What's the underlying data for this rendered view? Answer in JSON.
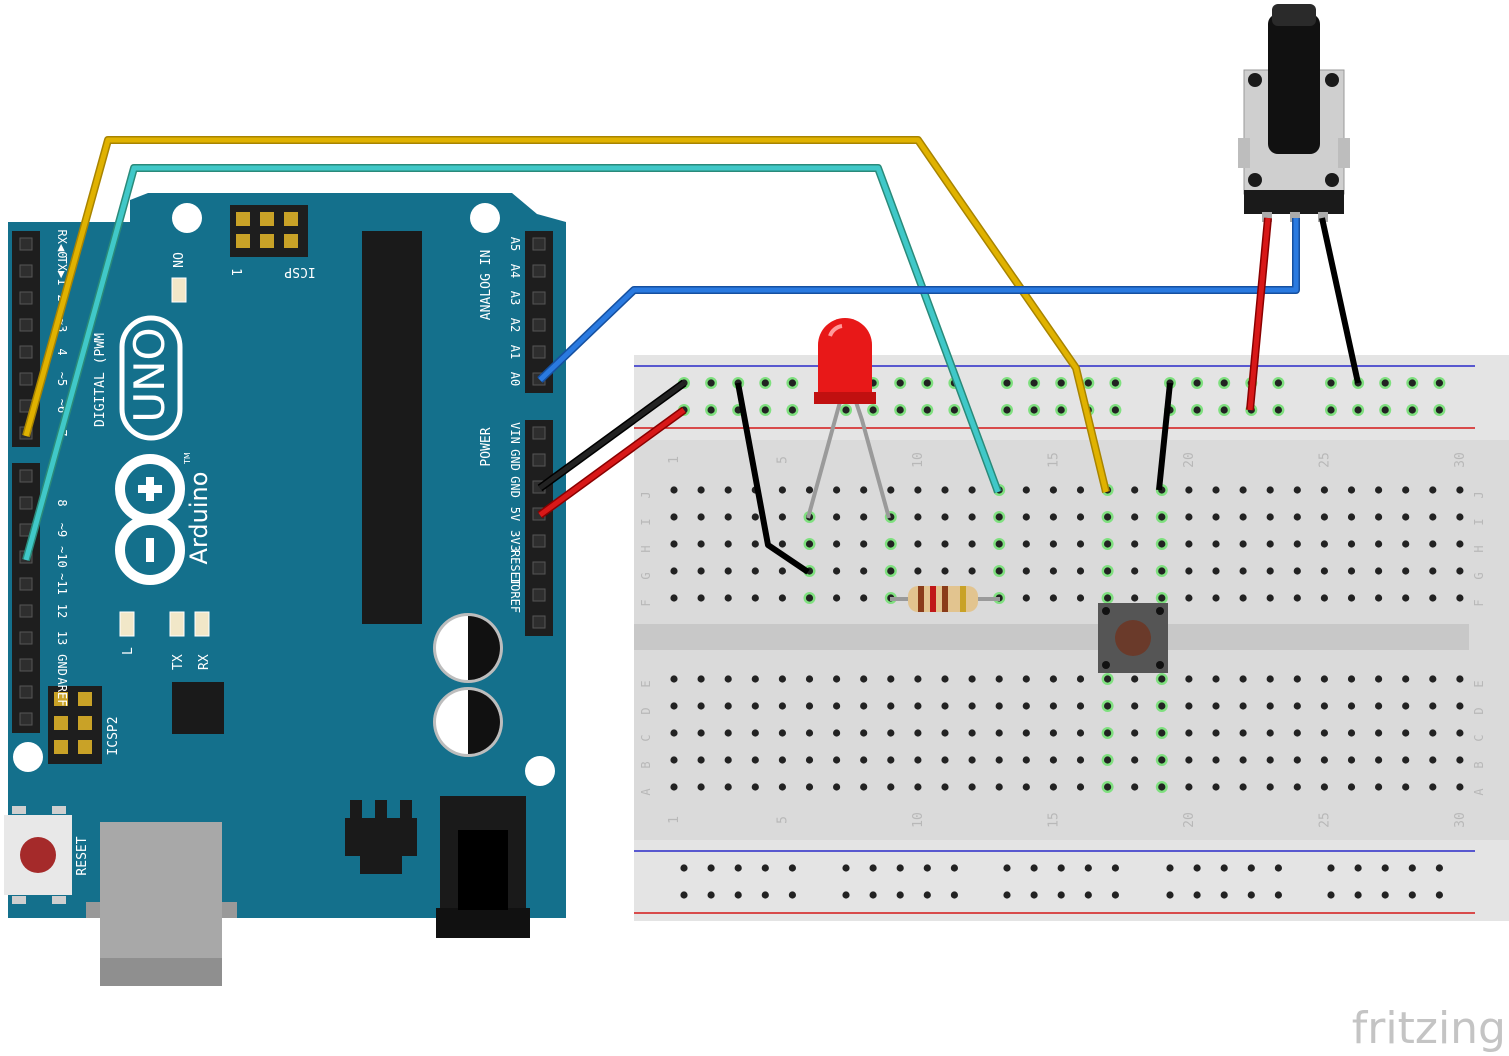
{
  "watermark": "fritzing",
  "arduino": {
    "logo_text": "Arduino",
    "logo_tm": "TM",
    "model": "UNO",
    "on_label": "ON",
    "icsp_label": "ICSP",
    "icsp_pin1": "1",
    "icsp2_label": "ICSP2",
    "reset_label": "RESET",
    "led_l": "L",
    "led_tx": "TX",
    "led_rx": "RX",
    "digital_label": "DIGITAL (PWM",
    "analog_label": "ANALOG IN",
    "power_label": "POWER",
    "digital_pins_top": [
      "RX◀0",
      "TX▶1",
      "2",
      "~3",
      "4",
      "~5",
      "~6",
      "7"
    ],
    "digital_pins_bottom": [
      "8",
      "~9",
      "~10",
      "~11",
      "12",
      "13",
      "GND",
      "AREF"
    ],
    "analog_pins": [
      "A5",
      "A4",
      "A3",
      "A2",
      "A1",
      "A0"
    ],
    "power_pins": [
      "VIN",
      "GND",
      "GND",
      "5V",
      "3V3",
      "RESET",
      "IOREF"
    ]
  },
  "breadboard": {
    "row_letters_top": [
      "J",
      "I",
      "H",
      "G",
      "F"
    ],
    "row_letters_bottom": [
      "E",
      "D",
      "C",
      "B",
      "A"
    ],
    "column_numbers": [
      "1",
      "5",
      "10",
      "15",
      "20",
      "25",
      "30"
    ]
  },
  "colors": {
    "board": "#14708c",
    "wire_yellow": "#d6a800",
    "wire_cyan": "#3cc1c8",
    "wire_blue": "#1e74d6",
    "wire_red": "#d31212",
    "wire_black": "#1a1a1a",
    "led": "#e81818",
    "breadboard": "#d9d9d9"
  }
}
